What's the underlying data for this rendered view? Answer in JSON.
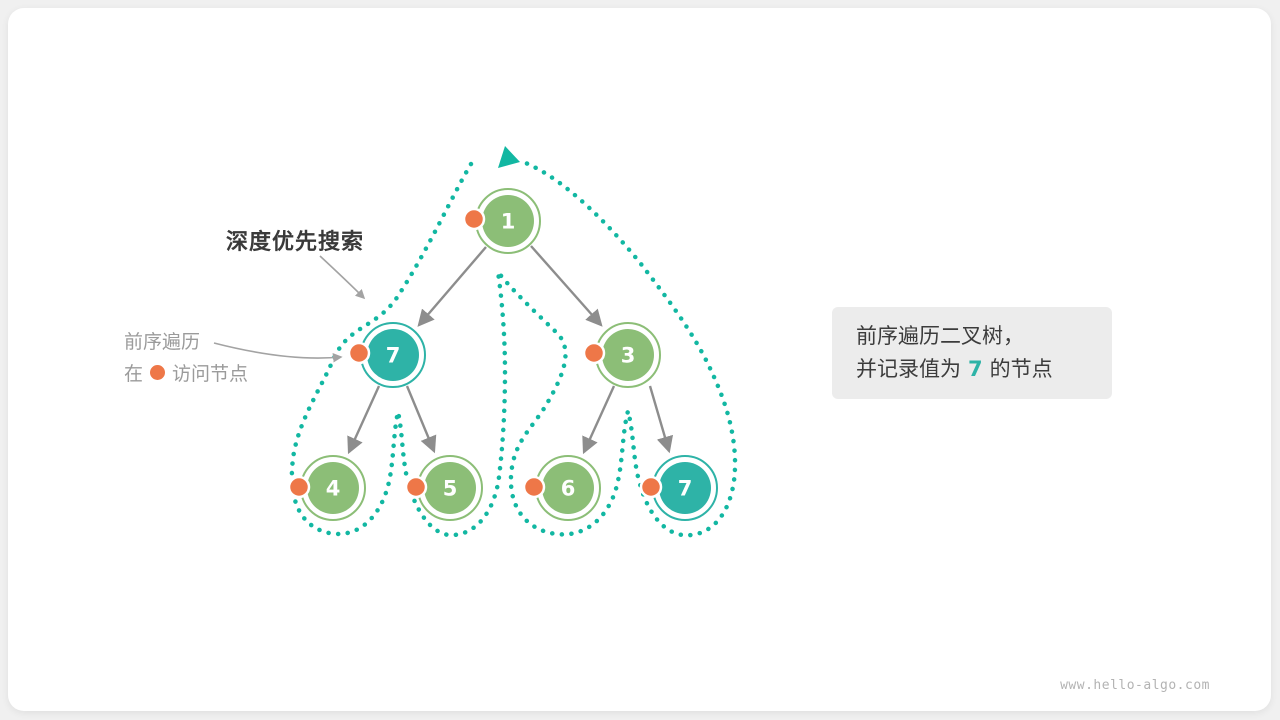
{
  "annotations": {
    "dfs_label": "深度优先搜索",
    "preorder_label": "前序遍历",
    "visit_before": "在",
    "visit_after": "访问节点"
  },
  "note": {
    "line1": "前序遍历二叉树，",
    "line2_before": "并记录值为",
    "highlight": "7",
    "line2_after": "的节点"
  },
  "tree": {
    "nodes": [
      {
        "value": "1",
        "variant": "green"
      },
      {
        "value": "7",
        "variant": "teal"
      },
      {
        "value": "3",
        "variant": "green"
      },
      {
        "value": "4",
        "variant": "green"
      },
      {
        "value": "5",
        "variant": "green"
      },
      {
        "value": "6",
        "variant": "green"
      },
      {
        "value": "7",
        "variant": "teal"
      }
    ]
  },
  "watermark": "www.hello-algo.com",
  "colors": {
    "green": "#8cbe77",
    "teal": "#2eb3a7",
    "orange": "#ee7748",
    "edge": "#8d8d8d",
    "path": "#12b7a2"
  }
}
